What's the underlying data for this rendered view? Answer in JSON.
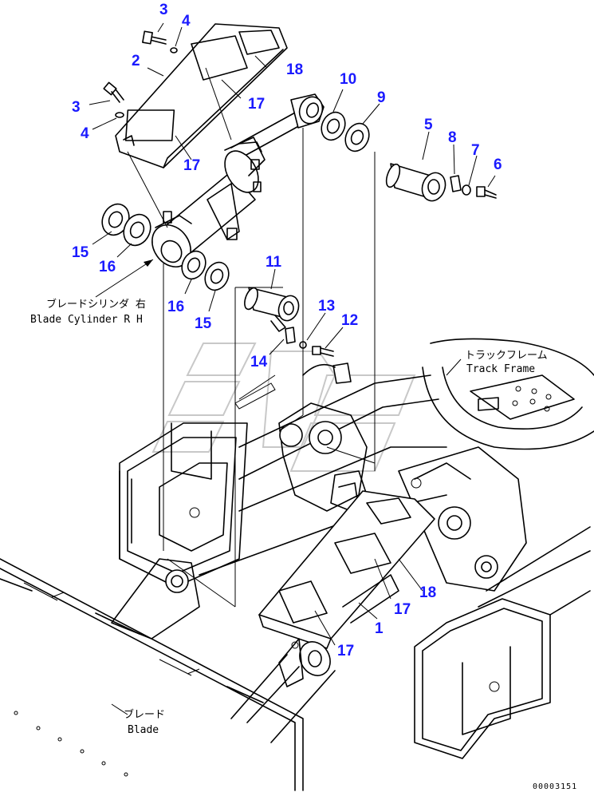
{
  "callouts": [
    {
      "id": "c3a",
      "text": "3"
    },
    {
      "id": "c4a",
      "text": "4"
    },
    {
      "id": "c2",
      "text": "2"
    },
    {
      "id": "c18a",
      "text": "18"
    },
    {
      "id": "c3b",
      "text": "3"
    },
    {
      "id": "c4b",
      "text": "4"
    },
    {
      "id": "c17a",
      "text": "17"
    },
    {
      "id": "c17b",
      "text": "17"
    },
    {
      "id": "c10",
      "text": "10"
    },
    {
      "id": "c9",
      "text": "9"
    },
    {
      "id": "c5",
      "text": "5"
    },
    {
      "id": "c8",
      "text": "8"
    },
    {
      "id": "c7",
      "text": "7"
    },
    {
      "id": "c6",
      "text": "6"
    },
    {
      "id": "c15a",
      "text": "15"
    },
    {
      "id": "c16a",
      "text": "16"
    },
    {
      "id": "c11",
      "text": "11"
    },
    {
      "id": "c16b",
      "text": "16"
    },
    {
      "id": "c15b",
      "text": "15"
    },
    {
      "id": "c13",
      "text": "13"
    },
    {
      "id": "c12",
      "text": "12"
    },
    {
      "id": "c14",
      "text": "14"
    },
    {
      "id": "c18b",
      "text": "18"
    },
    {
      "id": "c17c",
      "text": "17"
    },
    {
      "id": "c1",
      "text": "1"
    },
    {
      "id": "c17d",
      "text": "17"
    }
  ],
  "labels": {
    "blade_cylinder_jp": "ブレードシリンダ 右",
    "blade_cylinder_en": "Blade Cylinder R H",
    "track_frame_jp": "トラックフレーム",
    "track_frame_en": "Track Frame",
    "blade_jp": "ブレード",
    "blade_en": "Blade",
    "drawing_code": "00003151"
  }
}
